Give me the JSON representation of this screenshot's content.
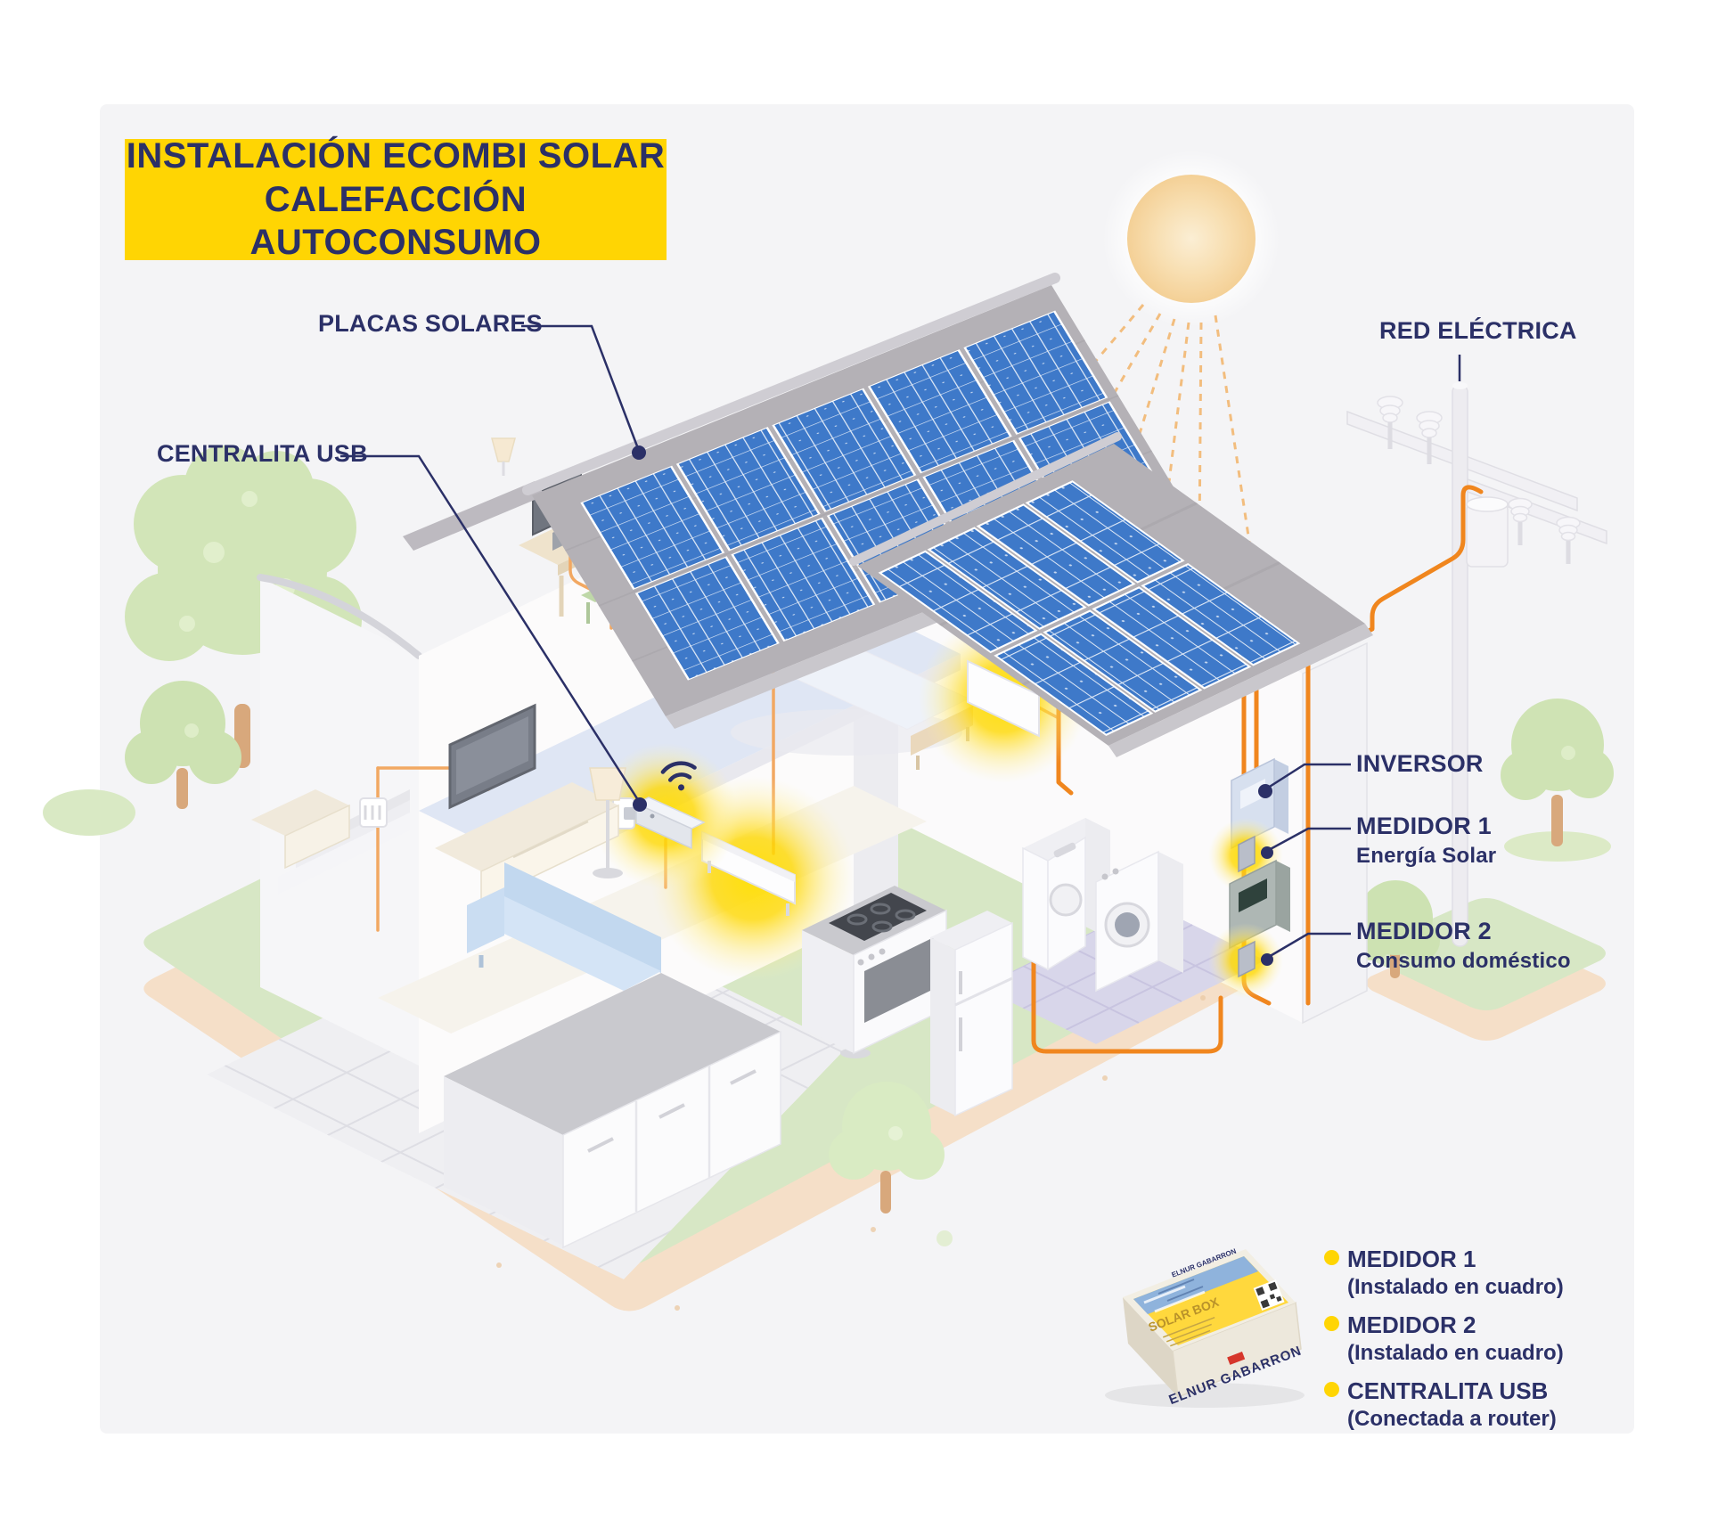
{
  "title": {
    "line1": "INSTALACIÓN ECOMBI SOLAR",
    "line2": "CALEFACCIÓN AUTOCONSUMO"
  },
  "callouts": {
    "placas_solares": "PLACAS SOLARES",
    "centralita_usb": "CENTRALITA USB",
    "red_electrica": "RED ELÉCTRICA",
    "inversor": "INVERSOR",
    "medidor1": {
      "title": "MEDIDOR 1",
      "subtitle": "Energía Solar"
    },
    "medidor2": {
      "title": "MEDIDOR 2",
      "subtitle": "Consumo doméstico"
    }
  },
  "legend": {
    "items": [
      {
        "label": "MEDIDOR 1",
        "note": "(Instalado en cuadro)"
      },
      {
        "label": "MEDIDOR 2",
        "note": "(Instalado en cuadro)"
      },
      {
        "label": "CENTRALITA USB",
        "note": "(Conectada a router)"
      }
    ]
  },
  "product_box": {
    "top_brand": "ELNUR GABARRON",
    "product_name": "SOLAR BOX",
    "front_brand": "ELNUR GABARRON"
  },
  "colors": {
    "accent_yellow": "#FFD503",
    "label_navy": "#2B3067",
    "cable_orange": "#F0861E",
    "panel_blue": "#3E79C9",
    "glow_yellow": "#FFD900",
    "grass_green": "#D7E7C5",
    "earth_tan": "#F5DFC8"
  }
}
